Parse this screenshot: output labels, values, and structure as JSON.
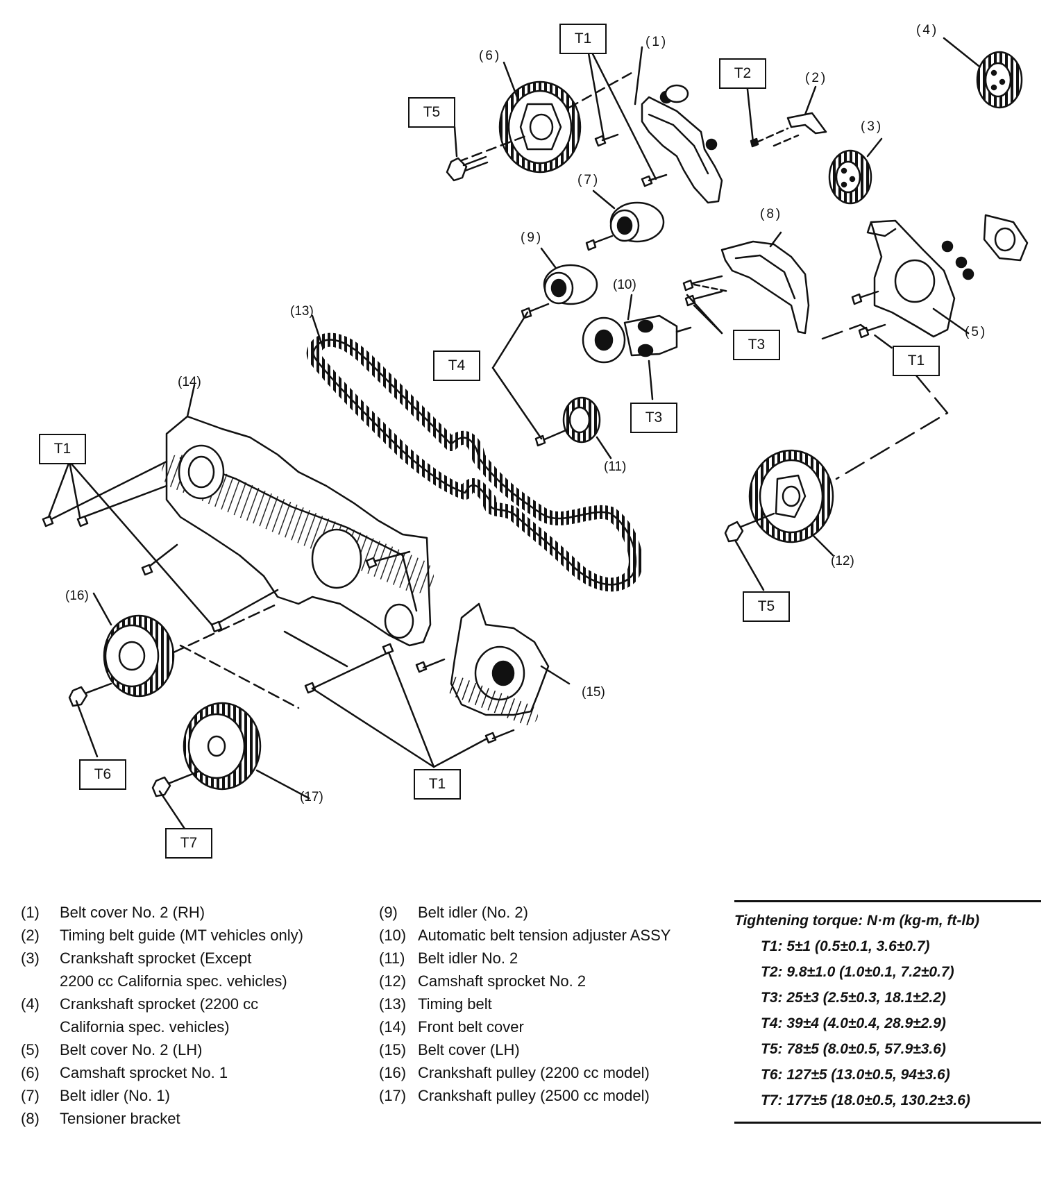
{
  "callouts": {
    "c1": "(1)",
    "c2": "(2)",
    "c3": "(3)",
    "c4": "(4)",
    "c5": "(5)",
    "c6": "(6)",
    "c7": "(7)",
    "c8": "(8)",
    "c9": "(9)",
    "c10": "(10)",
    "c11": "(11)",
    "c12": "(12)",
    "c13": "(13)",
    "c14": "(14)",
    "c15": "(15)",
    "c16": "(16)",
    "c17": "(17)"
  },
  "torque_tags": {
    "t1": "T1",
    "t2": "T2",
    "t3": "T3",
    "t4": "T4",
    "t5": "T5",
    "t6": "T6",
    "t7": "T7"
  },
  "legend_left": [
    {
      "num": "(1)",
      "text": "Belt cover No. 2 (RH)"
    },
    {
      "num": "(2)",
      "text": "Timing belt guide (MT vehicles only)"
    },
    {
      "num": "(3)",
      "text": "Crankshaft sprocket (Except 2200 cc California spec. vehicles)"
    },
    {
      "num": "(4)",
      "text": "Crankshaft sprocket (2200 cc California spec. vehicles)"
    },
    {
      "num": "(5)",
      "text": "Belt cover No. 2 (LH)"
    },
    {
      "num": "(6)",
      "text": "Camshaft sprocket No. 1"
    },
    {
      "num": "(7)",
      "text": "Belt idler (No. 1)"
    },
    {
      "num": "(8)",
      "text": "Tensioner bracket"
    }
  ],
  "legend_mid": [
    {
      "num": "(9)",
      "text": "Belt idler (No. 2)"
    },
    {
      "num": "(10)",
      "text": "Automatic belt tension adjuster ASSY"
    },
    {
      "num": "(11)",
      "text": "Belt idler No. 2"
    },
    {
      "num": "(12)",
      "text": "Camshaft sprocket No. 2"
    },
    {
      "num": "(13)",
      "text": "Timing belt"
    },
    {
      "num": "(14)",
      "text": "Front belt cover"
    },
    {
      "num": "(15)",
      "text": "Belt cover (LH)"
    },
    {
      "num": "(16)",
      "text": "Crankshaft pulley (2200 cc model)"
    },
    {
      "num": "(17)",
      "text": "Crankshaft pulley (2500 cc model)"
    }
  ],
  "torque": {
    "title": "Tightening torque: N·m (kg-m, ft-lb)",
    "rows": [
      "T1: 5±1 (0.5±0.1, 3.6±0.7)",
      "T2: 9.8±1.0 (1.0±0.1, 7.2±0.7)",
      "T3: 25±3 (2.5±0.3, 18.1±2.2)",
      "T4: 39±4 (4.0±0.4, 28.9±2.9)",
      "T5: 78±5 (8.0±0.5, 57.9±3.6)",
      "T6: 127±5 (13.0±0.5, 94±3.6)",
      "T7: 177±5 (18.0±0.5, 130.2±3.6)"
    ]
  }
}
